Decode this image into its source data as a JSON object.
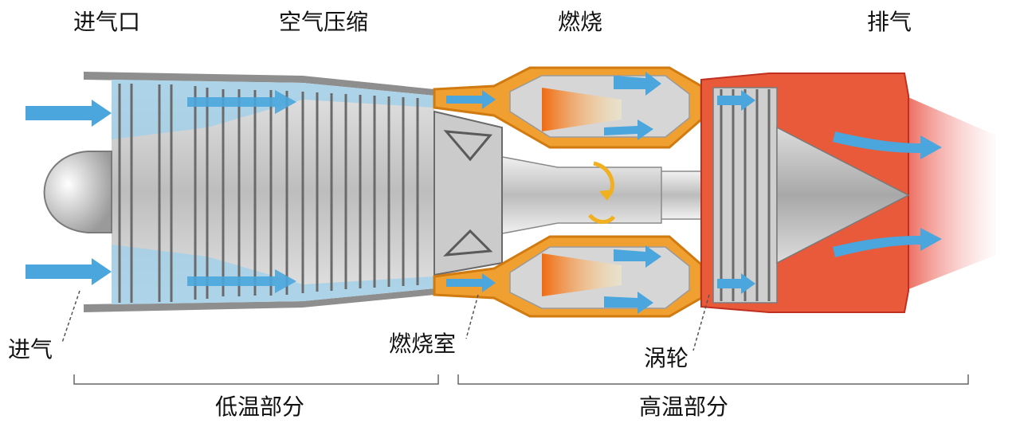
{
  "labels": {
    "intake": "进气口",
    "compression": "空气压缩",
    "combustion": "燃烧",
    "exhaust": "排气",
    "air_in": "进气",
    "combustion_chamber": "燃烧室",
    "turbine": "涡轮",
    "low_temp_section": "低温部分",
    "high_temp_section": "高温部分"
  },
  "colors": {
    "casing": "#8e8e8e",
    "metal": "#cfcfcf",
    "airflow": "#5ab0e0",
    "hot_section": "#e85a3a",
    "combustor": "#f0a030",
    "flame": "#f07a20"
  }
}
